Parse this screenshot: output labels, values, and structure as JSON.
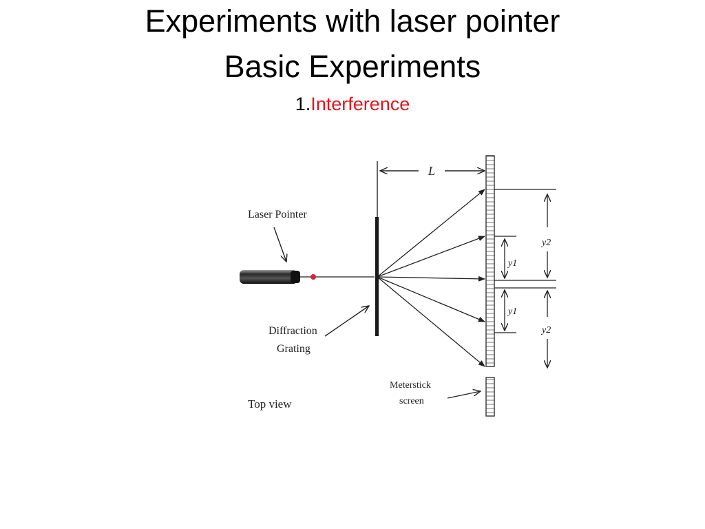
{
  "slide": {
    "title_line1": "Experiments with laser pointer",
    "title_line2": "Basic Experiments",
    "subtitle_number": "1.",
    "subtitle_topic": "Interference",
    "colors": {
      "topic": "#e8141c",
      "text": "#000000",
      "laser_dot": "#d8213a"
    }
  },
  "diagram": {
    "labels": {
      "laser_pointer": "Laser Pointer",
      "diffraction_line1": "Diffraction",
      "diffraction_line2": "Grating",
      "top_view": "Top view",
      "meterstick_line1": "Meterstick",
      "meterstick_line2": "screen",
      "distance": "L",
      "y1_upper": "y1",
      "y1_lower": "y1",
      "y2_upper": "y2",
      "y2_lower": "y2"
    }
  }
}
